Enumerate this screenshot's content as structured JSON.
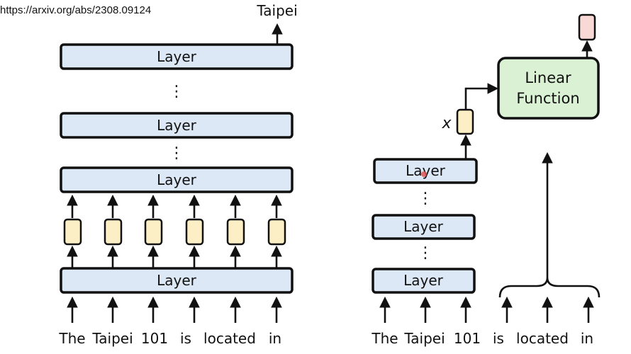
{
  "header": {
    "url": "https://arxiv.org/abs/2308.09124"
  },
  "left": {
    "output_word": "Taipei",
    "layer_label": "Layer",
    "tokens": [
      "The",
      "Taipei",
      "101",
      "is",
      "located",
      "in"
    ],
    "ellipsis": "⋮"
  },
  "right": {
    "layer_label": "Layer",
    "ellipsis": "⋮",
    "x_label": "x",
    "linear_line1": "Linear",
    "linear_line2": "Function",
    "tokens": [
      "The",
      "Taipei",
      "101",
      "is",
      "located",
      "in"
    ]
  },
  "colors": {
    "layer_fill": "#dde8f6",
    "token_fill": "#fcefc6",
    "output_fill": "#f8d9d6",
    "linear_fill": "#daf1d4"
  }
}
